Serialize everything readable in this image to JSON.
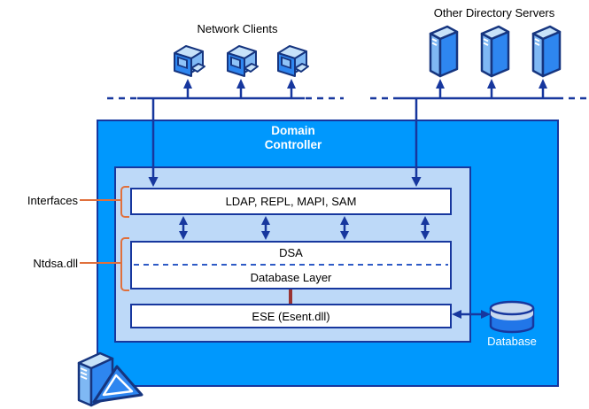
{
  "labels": {
    "network_clients": "Network Clients",
    "other_directory_servers": "Other Directory Servers",
    "database": "Database",
    "interfaces": "Interfaces",
    "ntdsa": "Ntdsa.dll"
  },
  "domain_controller": {
    "title_line1": "Domain",
    "title_line2": "Controller"
  },
  "boxes": {
    "interfaces_layer": "LDAP, REPL, MAPI, SAM",
    "dsa": "DSA",
    "database_layer": "Database Layer",
    "ese": "ESE (Esent.dll)"
  },
  "icons": {
    "clients": "workstation-icon",
    "servers": "server-tower-icon",
    "domain_controller": "domain-controller-tower-icon",
    "database": "database-cylinder-icon"
  },
  "colors": {
    "dc_fill": "#0098FD",
    "dc_border": "#17379E",
    "inner_fill": "#BDD9F8",
    "line_navy": "#17379E",
    "dashed_blue": "#2E5BC6",
    "accent_orange": "#E0703C",
    "connector_red": "#993333",
    "icon_blue": "#2E86F0",
    "icon_light": "#C7E2F9",
    "icon_outline": "#16357F",
    "cylinder_blue": "#2176E8",
    "cylinder_light": "#C9D9EF"
  }
}
